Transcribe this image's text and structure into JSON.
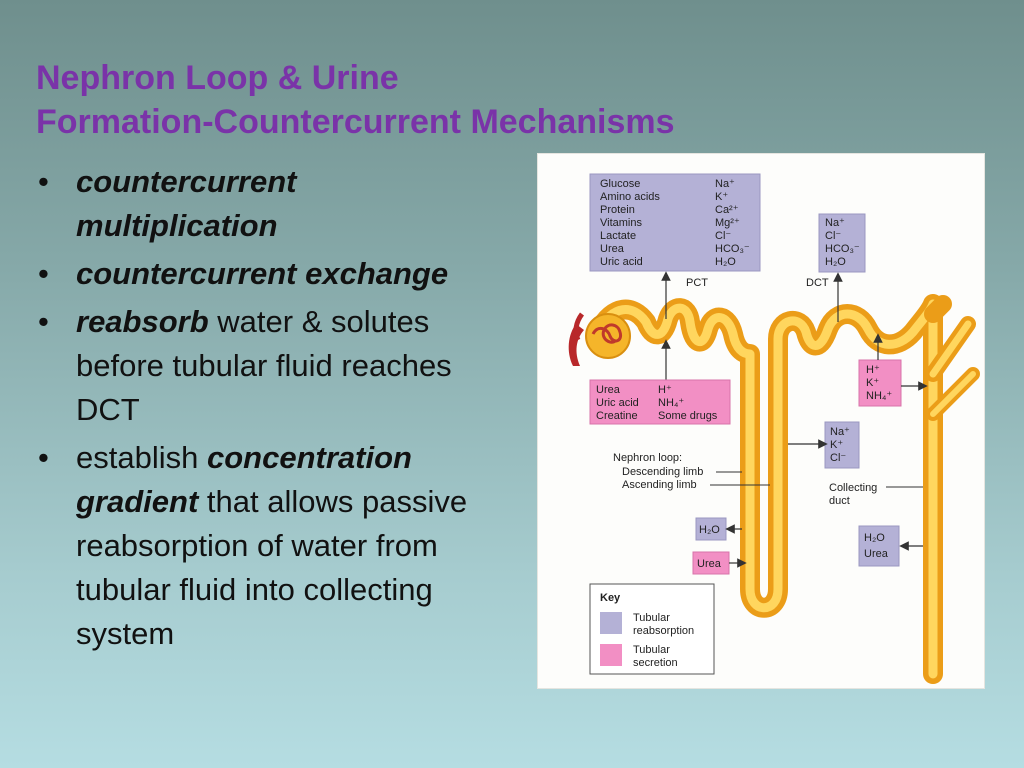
{
  "title": {
    "line1": "Nephron Loop & Urine",
    "line2": "Formation-Countercurrent Mechanisms"
  },
  "bullets": [
    {
      "parts": [
        {
          "text": "countercurrent multiplication",
          "emph": true
        }
      ]
    },
    {
      "parts": [
        {
          "text": "countercurrent exchange",
          "emph": true
        }
      ]
    },
    {
      "parts": [
        {
          "text": "reabsorb",
          "emph": true
        },
        {
          "text": " water & solutes before tubular fluid reaches DCT",
          "emph": false
        }
      ]
    },
    {
      "parts": [
        {
          "text": "establish ",
          "emph": false
        },
        {
          "text": "concentration gradient",
          "emph": true
        },
        {
          "text": " that allows passive reabsorption of water from tubular fluid into collecting system",
          "emph": false
        }
      ]
    }
  ],
  "diagram": {
    "colors": {
      "reabsorption": "#b4b1d6",
      "secretion": "#f28fc4",
      "tubule": "#f5b52a",
      "tubule_light": "#ffd86a",
      "arrow": "#333333"
    },
    "pct_reabsorb": {
      "left": [
        "Glucose",
        "Amino acids",
        "Protein",
        "Vitamins",
        "Lactate",
        "Urea",
        "Uric acid"
      ],
      "right": [
        "Na⁺",
        "K⁺",
        "Ca²⁺",
        "Mg²⁺",
        "Cl⁻",
        "HCO₃⁻",
        "H₂O"
      ]
    },
    "pct_label": "PCT",
    "dct_label": "DCT",
    "dct_reabsorb": [
      "Na⁺",
      "Cl⁻",
      "HCO₃⁻",
      "H₂O"
    ],
    "pct_secrete": {
      "left": [
        "Urea",
        "Uric acid",
        "Creatine"
      ],
      "right": [
        "H⁺",
        "NH₄⁺",
        "Some drugs"
      ]
    },
    "dct_secrete": [
      "H⁺",
      "K⁺",
      "NH₄⁺"
    ],
    "loop_reabsorb": [
      "Na⁺",
      "K⁺",
      "Cl⁻"
    ],
    "nephron_loop": {
      "title": "Nephron loop:",
      "descending": "Descending limb",
      "ascending": "Ascending limb"
    },
    "collecting": [
      "Collecting",
      "duct"
    ],
    "loop_h2o": "H₂O",
    "loop_urea": "Urea",
    "cd_reabsorb": [
      "H₂O",
      "Urea"
    ],
    "key": {
      "title": "Key",
      "items": [
        {
          "lines": [
            "Tubular",
            "reabsorption"
          ],
          "kind": "reabsorption"
        },
        {
          "lines": [
            "Tubular",
            "secretion"
          ],
          "kind": "secretion"
        }
      ]
    }
  }
}
